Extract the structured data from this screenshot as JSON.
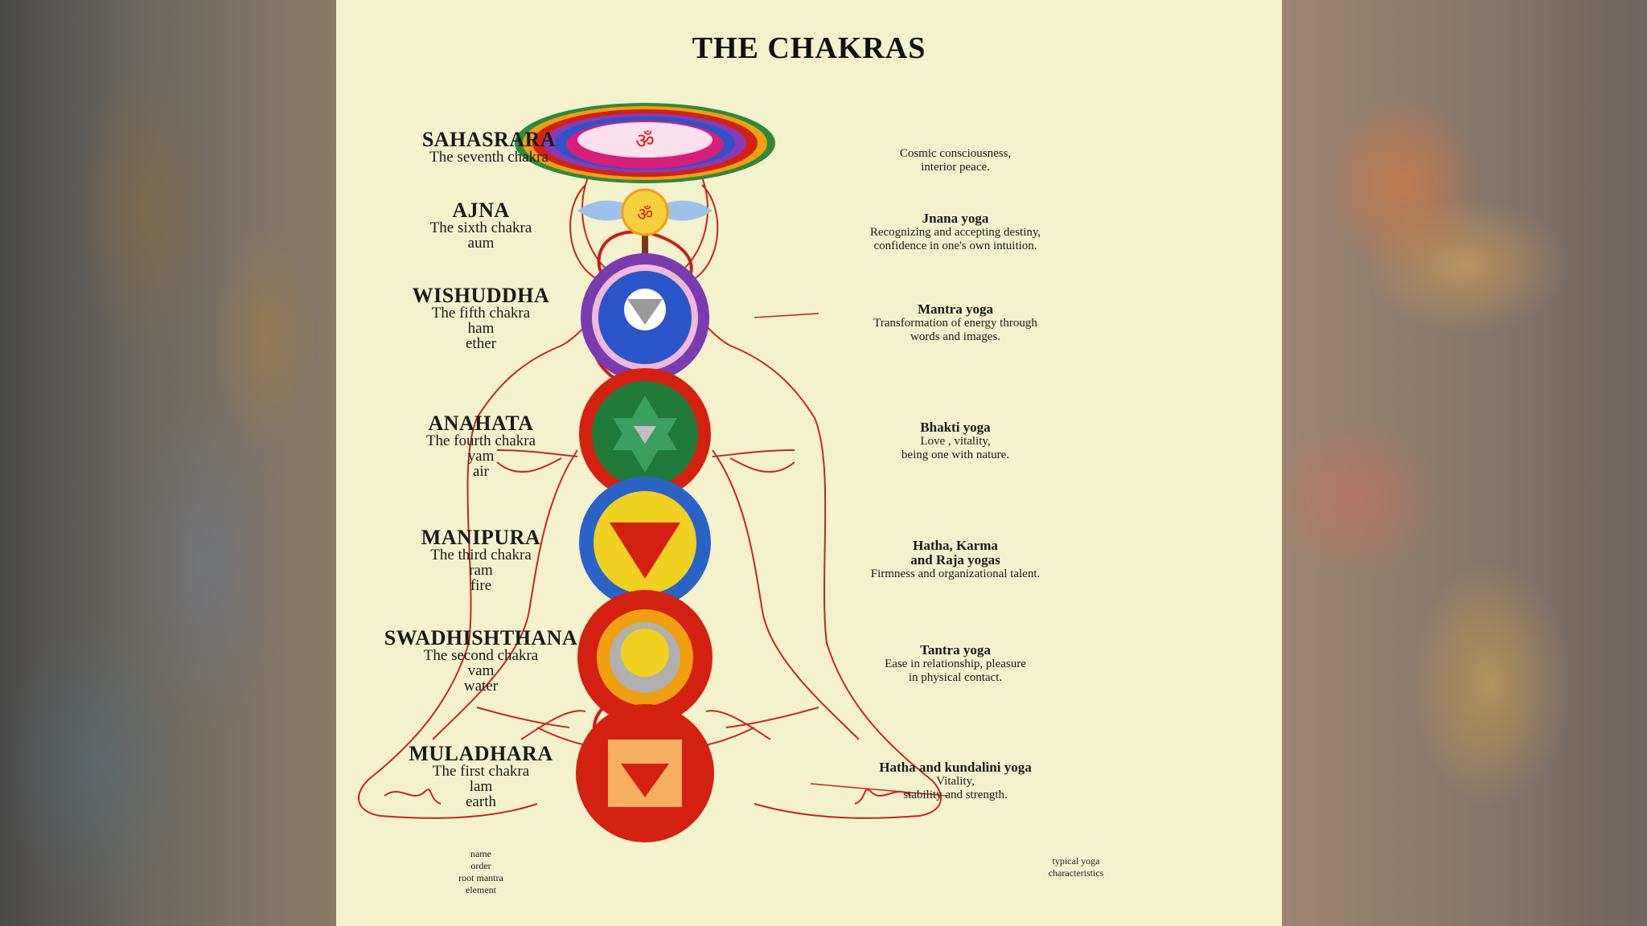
{
  "title": "THE CHAKRAS",
  "chakras": [
    {
      "name": "SAHASRARA",
      "order": "The seventh chakra",
      "mantra": "",
      "element": "",
      "yoga": "",
      "characteristics": [
        "Cosmic consciousness,",
        "interior peace."
      ]
    },
    {
      "name": "AJNA",
      "order": "The sixth chakra",
      "mantra": "aum",
      "element": "",
      "yoga": "Jnana yoga",
      "characteristics": [
        "Recognizing and accepting destiny,",
        "confidence in one's own intuition."
      ]
    },
    {
      "name": "WISHUDDHA",
      "order": "The fifth chakra",
      "mantra": "ham",
      "element": "ether",
      "yoga": "Mantra yoga",
      "characteristics": [
        "Transformation of energy through",
        "words and images."
      ]
    },
    {
      "name": "ANAHATA",
      "order": "The fourth chakra",
      "mantra": "yam",
      "element": "air",
      "yoga": "Bhakti yoga",
      "characteristics": [
        "Love , vitality,",
        "being one with nature."
      ]
    },
    {
      "name": "MANIPURA",
      "order": "The third chakra",
      "mantra": "ram",
      "element": "fire",
      "yoga": "Hatha, Karma and Raja yogas",
      "yoga_lines": [
        "Hatha, Karma",
        "and Raja yogas"
      ],
      "characteristics": [
        "Firmness and organizational talent."
      ]
    },
    {
      "name": "SWADHISHTHANA",
      "order": "The second chakra",
      "mantra": "vam",
      "element": "water",
      "yoga": "Tantra yoga",
      "characteristics": [
        "Ease in relationship, pleasure",
        "in physical contact."
      ]
    },
    {
      "name": "MULADHARA",
      "order": "The first chakra",
      "mantra": "lam",
      "element": "earth",
      "yoga": "Hatha and kundalini yoga",
      "characteristics": [
        "Vitality,",
        "stability and strength."
      ]
    }
  ],
  "legend_left": [
    "name",
    "order",
    "root mantra",
    "element"
  ],
  "legend_right": [
    "typical yoga",
    "characteristics"
  ],
  "colors": {
    "poster_background": "#f4f2cc",
    "body_outline": "#c0281c",
    "spine": "#7a3a1a",
    "crown": "#d81e78",
    "third_eye": "#5b8ed6",
    "throat": "#2a55c8",
    "heart": "#1f7a3a",
    "solar_plexus": "#2a63c8",
    "sacral": "#f0a010",
    "root": "#d42010"
  }
}
